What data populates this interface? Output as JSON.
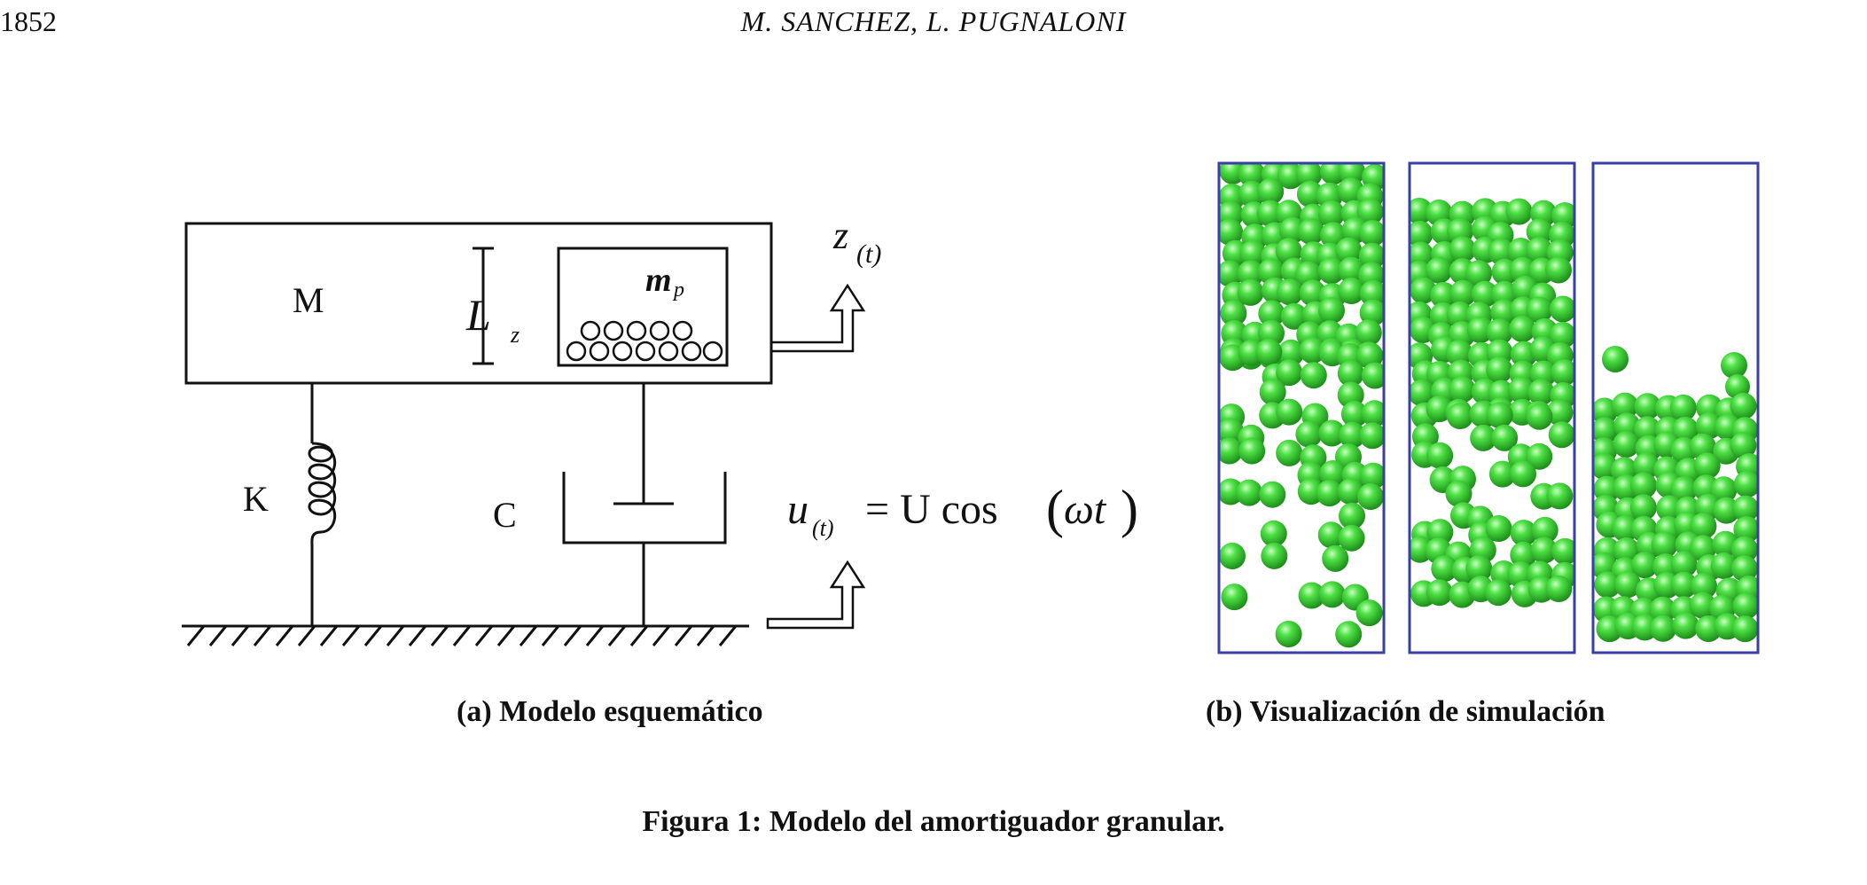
{
  "header": {
    "page_number": "1852",
    "authors": "M. SANCHEZ, L. PUGNALONI"
  },
  "schematic": {
    "mass_label": "M",
    "height_label": "L",
    "height_subscript": "z",
    "particle_mass_label": "m",
    "particle_mass_subscript": "p",
    "spring_label": "K",
    "damper_label": "C",
    "output_label": "z",
    "output_subscript": "(t)",
    "input_lhs": "u",
    "input_subscript": "(t)",
    "input_rhs": "= U cos",
    "input_arg_open": "(",
    "input_arg": "ωt",
    "input_arg_close": ")"
  },
  "captions": {
    "a": "(a)  Modelo esquemático",
    "b": "(b)  Visualización de simulación"
  },
  "figure_caption": "Figura 1: Modelo del amortiguador granular.",
  "colors": {
    "frame_blue": "#3a3fa8",
    "particle_green": "#3fd43a",
    "particle_dark": "#1f8f1c",
    "particle_highlight": "#b8ffb0"
  }
}
